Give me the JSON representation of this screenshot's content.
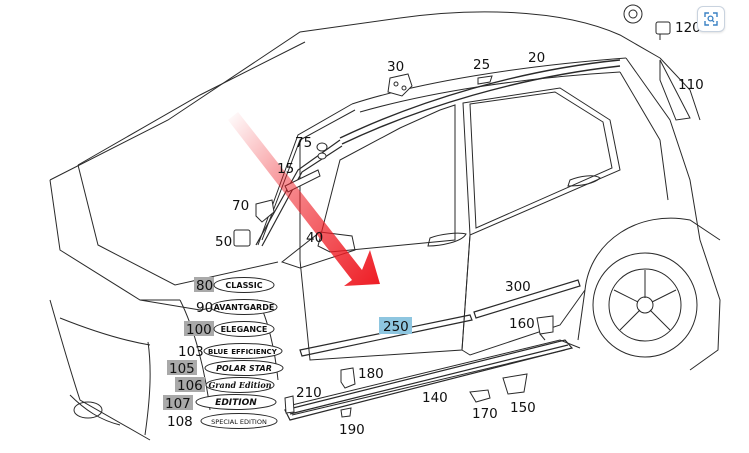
{
  "callouts": {
    "c120": "120",
    "c110": "110",
    "c30": "30",
    "c25": "25",
    "c20": "20",
    "c75": "75",
    "c15": "15",
    "c70": "70",
    "c50": "50",
    "c40": "40",
    "c80": "80",
    "c90": "90",
    "c100": "100",
    "c103": "103",
    "c105": "105",
    "c106": "106",
    "c107": "107",
    "c108": "108",
    "c300": "300",
    "c250": "250",
    "c160": "160",
    "c180": "180",
    "c210": "210",
    "c140": "140",
    "c170": "170",
    "c150": "150",
    "c190": "190"
  },
  "badges": {
    "classic": "CLASSIC",
    "avantgarde": "AVANTGARDE",
    "elegance": "ELEGANCE",
    "blue_left": "BLUE",
    "blue_right": "EFFICIENCY",
    "polar_star": "POLAR STAR",
    "grand_edition": "Grand Edition",
    "edition": "EDITION",
    "special_edition": "SPECIAL EDITION"
  },
  "colors": {
    "highlight_gray": "#a9a9a9",
    "highlight_blue": "#8ec6e0",
    "arrow_red": "#ee1c24",
    "line": "#2a2a2a"
  },
  "icons": {
    "zoom": "zoom-icon"
  }
}
